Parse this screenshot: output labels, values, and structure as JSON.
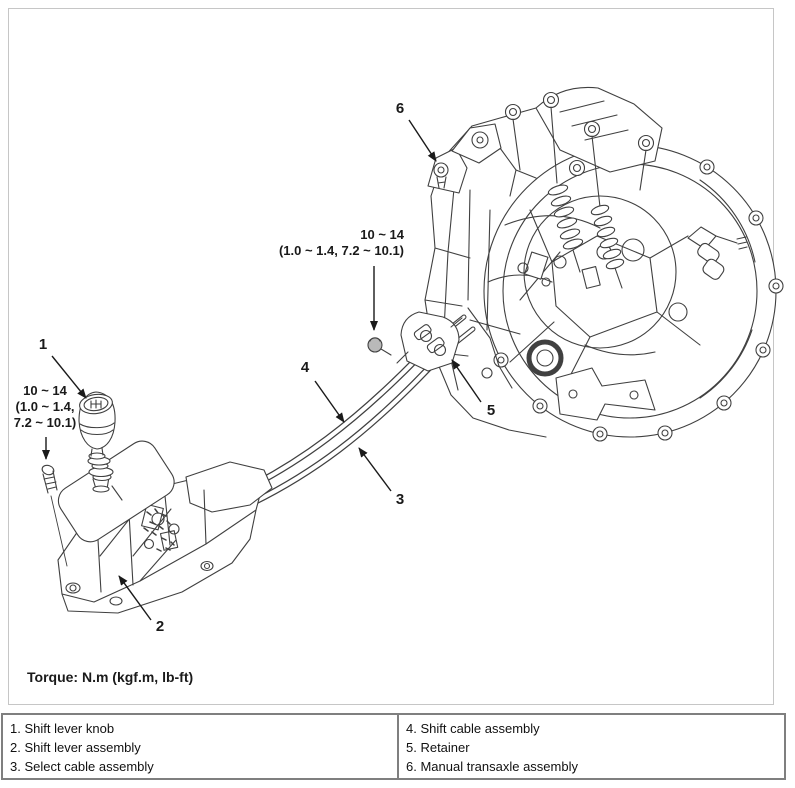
{
  "diagram": {
    "frame_border_color": "#c6c6c6",
    "line_color": "#404040",
    "torque_note": "Torque: N.m (kgf.m, lb-ft)",
    "torque_labels": {
      "knob_bolt": {
        "line1": "10 ~ 14",
        "line2": "(1.0 ~ 1.4,",
        "line3": "7.2 ~ 10.1)"
      },
      "cable_bolt": {
        "line1": "10 ~ 14",
        "line2": "(1.0 ~ 1.4, 7.2 ~ 10.1)"
      }
    },
    "callouts": {
      "c1": "1",
      "c2": "2",
      "c3": "3",
      "c4": "4",
      "c5": "5",
      "c6": "6"
    }
  },
  "legend": {
    "border_color": "#7f7f7f",
    "left": [
      "1. Shift lever knob",
      "2. Shift lever assembly",
      "3. Select cable assembly"
    ],
    "right": [
      "4. Shift cable assembly",
      "5. Retainer",
      "6. Manual transaxle assembly"
    ]
  }
}
